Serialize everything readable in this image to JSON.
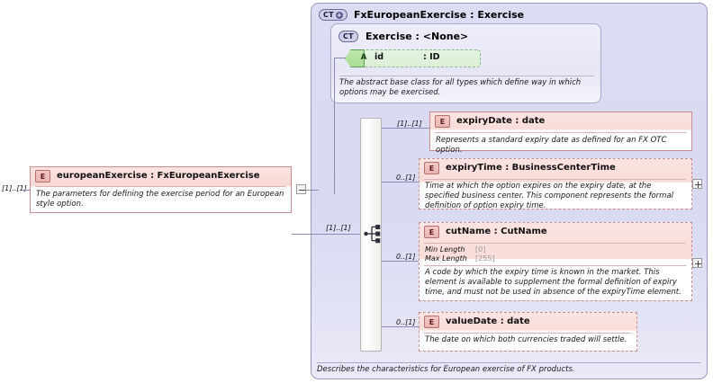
{
  "diagram": {
    "kind": "xsd-documentation-diagram",
    "root_element": {
      "icon": "element-badge",
      "icon_label": "E",
      "title": "europeanExercise : FxEuropeanExercise",
      "documentation": "The parameters for defining the exercise period for an European style option.",
      "cardinality": "[1]..[1]",
      "collapse_toggle": "minus-toggle"
    },
    "complex_type": {
      "badge": "CT",
      "badge_modifier": "plus",
      "title": "FxEuropeanExercise : Exercise",
      "footer_documentation": "Describes the characteristics for European exercise of FX products.",
      "base_type": {
        "badge": "CT",
        "title": "Exercise : <None>",
        "documentation": "The abstract base class for all types which define way in which options may be exercised.",
        "attribute": {
          "icon_label": "A",
          "name": "id",
          "type": ": ID"
        }
      },
      "compositor": {
        "icon": "sequence-icon",
        "cardinality": "[1]..[1]"
      },
      "particles": [
        {
          "icon_label": "E",
          "title": "expiryDate : date",
          "documentation": "Represents a standard expiry date as defined for an FX OTC option.",
          "cardinality": "[1]..[1]",
          "optional": false,
          "expandable": false,
          "facets": []
        },
        {
          "icon_label": "E",
          "title": "expiryTime : BusinessCenterTime",
          "documentation": "Time at which the option expires on the expiry date, at the specified business center. This component represents the formal definition of option expiry time.",
          "cardinality": "0..[1]",
          "optional": true,
          "expandable": true,
          "facets": []
        },
        {
          "icon_label": "E",
          "title": "cutName : CutName",
          "documentation": "A code by which the expiry time is known in the market. This element is available to supplement the formal definition of expiry time, and must not be used in absence of the expiryTime element.",
          "cardinality": "0..[1]",
          "optional": true,
          "expandable": true,
          "facets": [
            {
              "label": "Min Length",
              "value": "[0]"
            },
            {
              "label": "Max Length",
              "value": "[255]"
            }
          ]
        },
        {
          "icon_label": "E",
          "title": "valueDate : date",
          "documentation": "The date on which both currencies traded will settle.",
          "cardinality": "0..[1]",
          "optional": true,
          "expandable": false,
          "facets": []
        }
      ]
    },
    "colors": {
      "element_fill": "#fadcd9",
      "element_border": "#c98f8f",
      "complextype_fill": "#dcdcf3",
      "complextype_border": "#9a9ac4",
      "attribute_fill": "#dcefd6",
      "attribute_border": "#5f9e55",
      "connector": "#8a8ab4",
      "facet_value": "#999999"
    }
  }
}
